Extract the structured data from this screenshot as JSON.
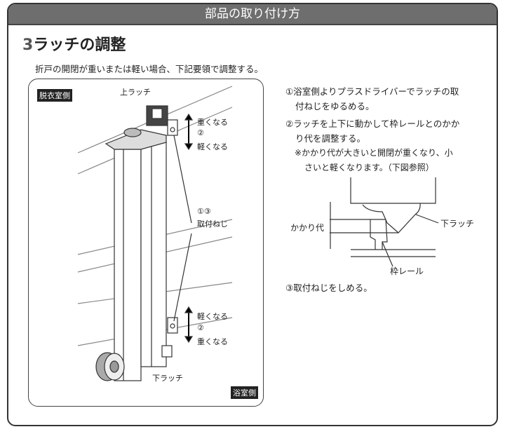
{
  "header": {
    "title": "部品の取り付け方"
  },
  "section": {
    "number": "3",
    "title": "ラッチの調整",
    "intro": "折戸の開閉が重いまたは軽い場合、下記要領で調整する。"
  },
  "diagram": {
    "dressing_side": "脱衣室側",
    "bath_side": "浴室側",
    "upper_latch": "上ラッチ",
    "lower_latch": "下ラッチ",
    "upper_adjust": {
      "up": "重くなる",
      "num": "②",
      "down": "軽くなる"
    },
    "lower_adjust": {
      "up": "軽くなる",
      "num": "②",
      "down": "重くなる"
    },
    "screw_num": "①③",
    "screw": "取付ねじ"
  },
  "steps": {
    "s1a": "①浴室側よりプラスドライバーでラッチの取",
    "s1b": "付ねじをゆるめる。",
    "s2a": "②ラッチを上下に動かして枠レールとのかか",
    "s2b": "り代を調整する。",
    "notea": "※かかり代が大きいと開閉が重くなり、小",
    "noteb": "さいと軽くなります。（下図参照）",
    "s3": "③取付ねじをしめる。"
  },
  "detail": {
    "overlap": "かかり代",
    "lower_latch": "下ラッチ",
    "rail": "枠レール"
  }
}
